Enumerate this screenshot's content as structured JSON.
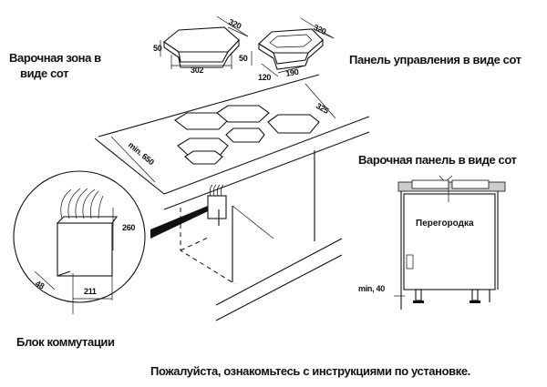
{
  "labels": {
    "cooking_zone_line1": "Варочная зона в",
    "cooking_zone_line2": "виде сот",
    "control_panel": "Панель управления в виде сот",
    "hob": "Варочная панель в виде сот",
    "partition": "Перегородка",
    "junction_box": "Блок коммутации",
    "instructions": "Пожалуйста, ознакомьтесь с инструкциями по установке."
  },
  "dimensions": {
    "zone_depth": "320",
    "zone_height": "50",
    "zone_width": "302",
    "panel_depth": "320",
    "panel_height": "50",
    "panel_side": "120",
    "panel_width": "190",
    "cutout_depth": "325",
    "min_width": "min. 650",
    "box_height": "260",
    "box_depth": "48",
    "box_width": "211",
    "min_gap": "min, 40"
  }
}
